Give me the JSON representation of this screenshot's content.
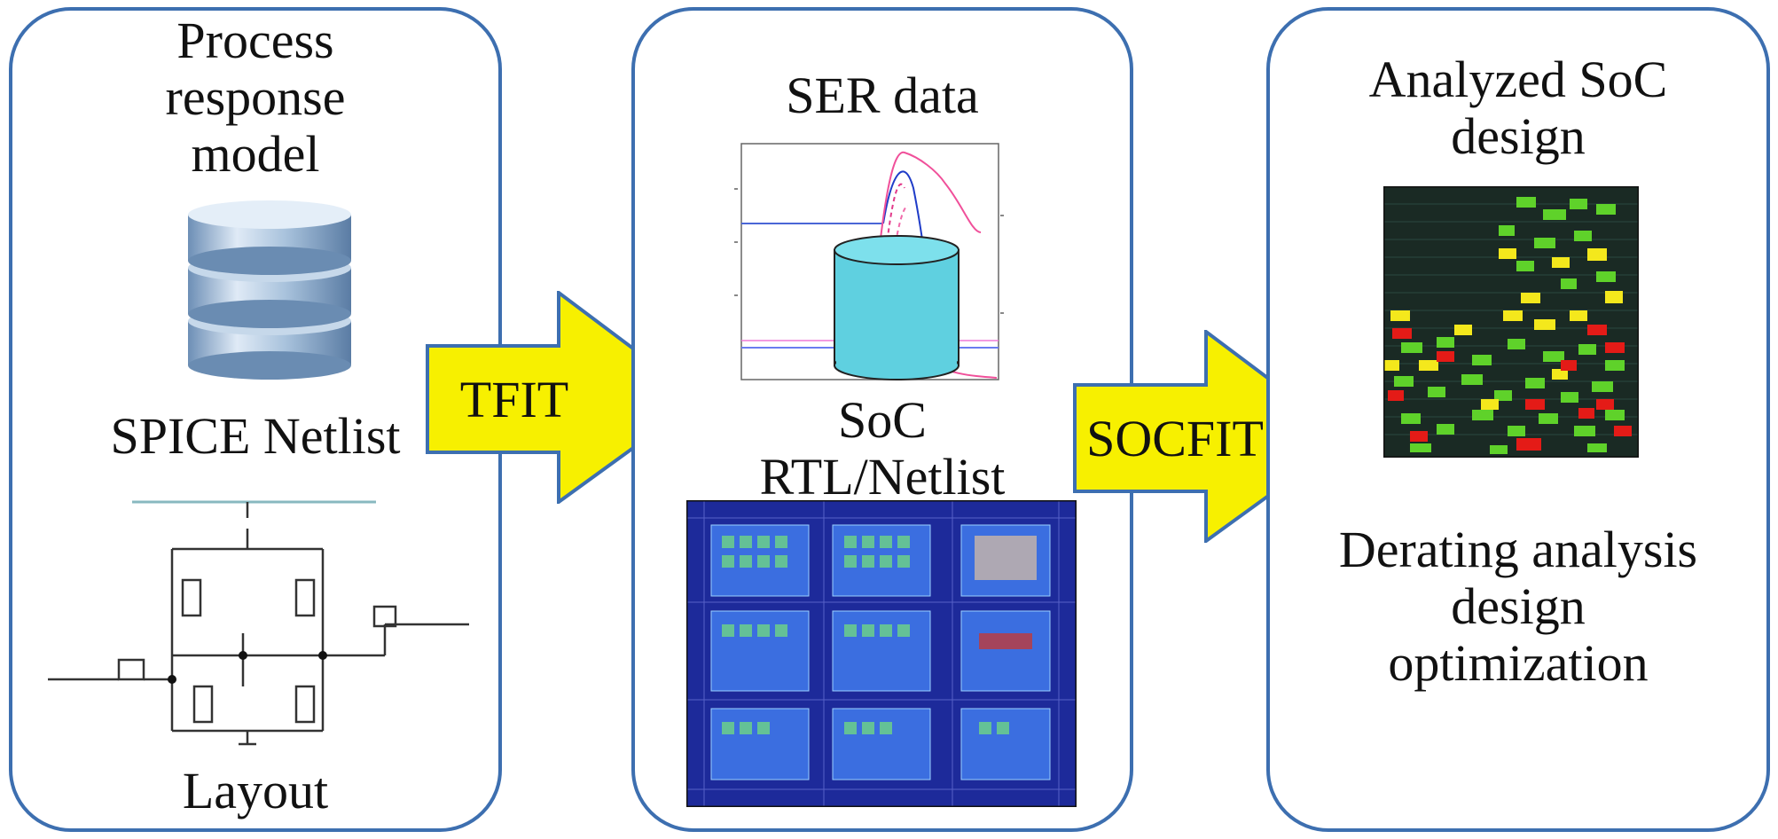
{
  "panels": {
    "left": {
      "title_lines": [
        "Process",
        "response",
        "model"
      ],
      "netlist_label": "SPICE Netlist",
      "layout_label": "Layout"
    },
    "middle": {
      "ser_label": "SER data",
      "soc_lines": [
        "SoC",
        "RTL/Netlist"
      ]
    },
    "right": {
      "title_lines": [
        "Analyzed SoC",
        "design"
      ],
      "bottom_lines": [
        "Derating analysis",
        "design",
        "optimization"
      ]
    }
  },
  "arrows": {
    "first": "TFIT",
    "second": "SOCFIT"
  },
  "colors": {
    "border": "#3d6fb0",
    "arrow_fill": "#f7f000",
    "arrow_stroke": "#3d6fb0",
    "cylinder": "#5fd0e0",
    "heat_red": "#e41b17",
    "heat_green": "#5fd22a",
    "heat_yellow": "#f4e81c",
    "chip_bg": "#1d2a9a"
  },
  "icons": {
    "database": "database-icon",
    "circuit": "transistor-circuit-icon",
    "chart": "ser-waveform-chart",
    "chip": "chip-layout-image",
    "heatmap": "soc-heatmap-image"
  }
}
